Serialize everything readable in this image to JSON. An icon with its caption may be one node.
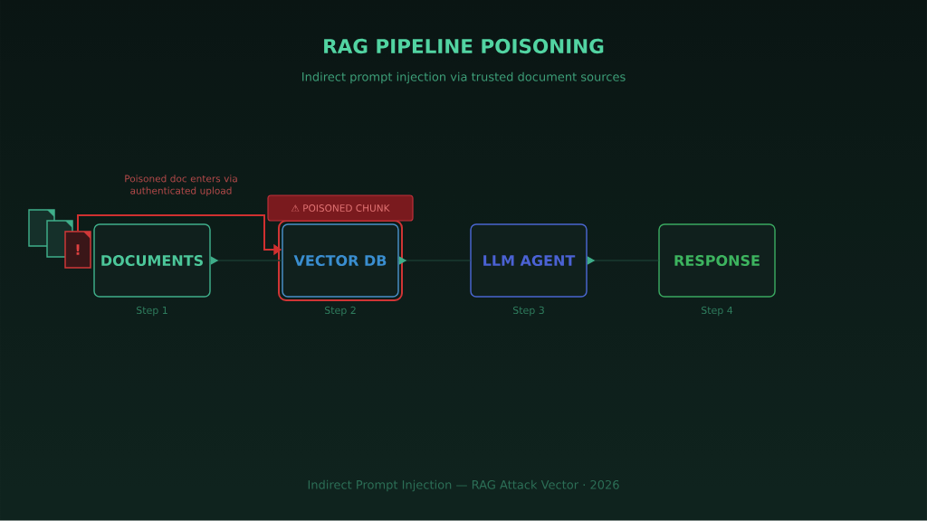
{
  "diagram": {
    "title": "RAG PIPELINE POISONING",
    "nodes": [
      {
        "text": [
          "DOCUMENTS"
        ],
        "beside": [
          "Step 1"
        ]
      },
      {
        "text": [
          "VECTOR DB"
        ],
        "beside": [
          "Step 2"
        ]
      },
      {
        "text": [
          "LLM AGENT"
        ],
        "beside": [
          "Step 3"
        ]
      },
      {
        "text": [
          "RESPONSE"
        ],
        "beside": [
          "Step 4"
        ]
      },
      {
        "text": [
          "⚠ POISONED CHUNK"
        ]
      },
      {
        "text": [],
        "shape": "document"
      },
      {
        "text": [],
        "shape": "document"
      },
      {
        "text": [
          "!"
        ]
      }
    ],
    "edges": [
      {
        "from": 0,
        "to": 1,
        "arrow": "to"
      },
      {
        "from": 1,
        "to": 2,
        "arrow": "to"
      },
      {
        "from": 2,
        "to": 3,
        "arrow": "to"
      },
      {
        "from": 7,
        "to": 1,
        "arrow": "to",
        "color": "#d03030"
      }
    ],
    "labels": [
      "Indirect prompt injection via trusted document sources",
      "Poisoned doc enters via authenticated upload",
      "Indirect Prompt Injection — RAG Attack Vector · 2026"
    ]
  }
}
